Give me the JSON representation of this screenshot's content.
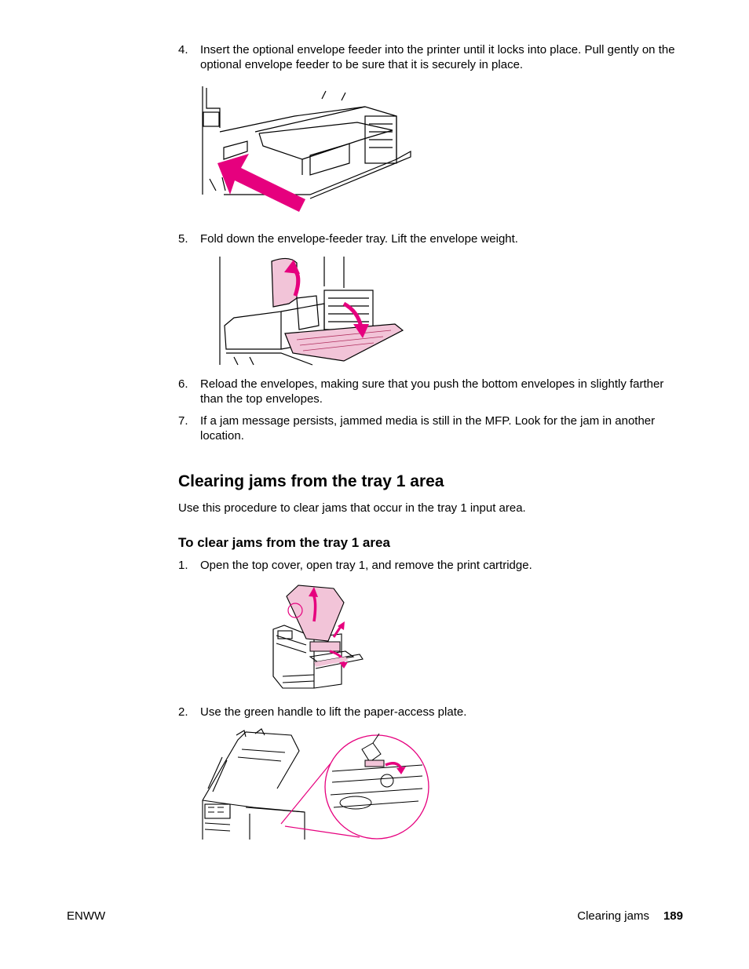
{
  "steps_top": [
    {
      "num": "4.",
      "text": "Insert the optional envelope feeder into the printer until it locks into place. Pull gently on the optional envelope feeder to be sure that it is securely in place."
    },
    {
      "num": "5.",
      "text": "Fold down the envelope-feeder tray. Lift the envelope weight."
    },
    {
      "num": "6.",
      "text": "Reload the envelopes, making sure that you push the bottom envelopes in slightly farther than the top envelopes."
    },
    {
      "num": "7.",
      "text": "If a jam message persists, jammed media is still in the MFP. Look for the jam in another location."
    }
  ],
  "section": {
    "title": "Clearing jams from the tray 1 area",
    "intro": "Use this procedure to clear jams that occur in the tray 1 input area.",
    "subtitle": "To clear jams from the tray 1 area"
  },
  "steps_bottom": [
    {
      "num": "1.",
      "text": "Open the top cover, open tray 1, and remove the print cartridge."
    },
    {
      "num": "2.",
      "text": "Use the green handle to lift the paper-access plate."
    }
  ],
  "footer": {
    "left": "ENWW",
    "section": "Clearing jams",
    "page": "189"
  },
  "colors": {
    "accent_magenta": "#e6007e",
    "accent_pink_fill": "#f2c4d8"
  }
}
